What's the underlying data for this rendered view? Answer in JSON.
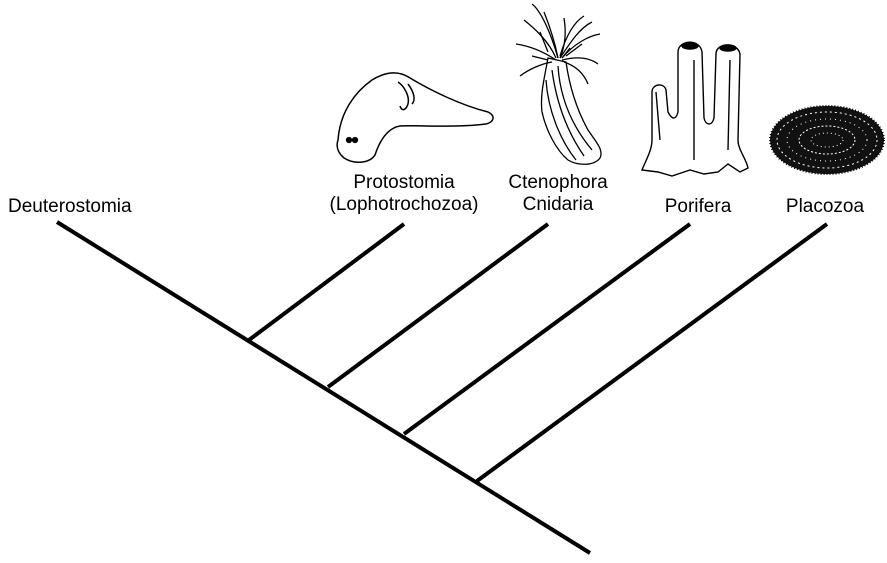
{
  "diagram": {
    "type": "cladogram",
    "taxa": [
      {
        "id": "deuterostomia",
        "lines": [
          "Deuterostomia"
        ],
        "icon": "none"
      },
      {
        "id": "protostomia",
        "lines": [
          "Protostomia",
          "(Lophotrochozoa)"
        ],
        "icon": "flatworm-icon"
      },
      {
        "id": "ctenophora-cnidaria",
        "lines": [
          "Ctenophora",
          "Cnidaria"
        ],
        "icon": "cnidarian-polyp-icon"
      },
      {
        "id": "porifera",
        "lines": [
          "Porifera"
        ],
        "icon": "sponge-icon"
      },
      {
        "id": "placozoa",
        "lines": [
          "Placozoa"
        ],
        "icon": "placozoan-icon"
      }
    ],
    "colors": {
      "line": "#000000",
      "background": "#ffffff"
    }
  }
}
